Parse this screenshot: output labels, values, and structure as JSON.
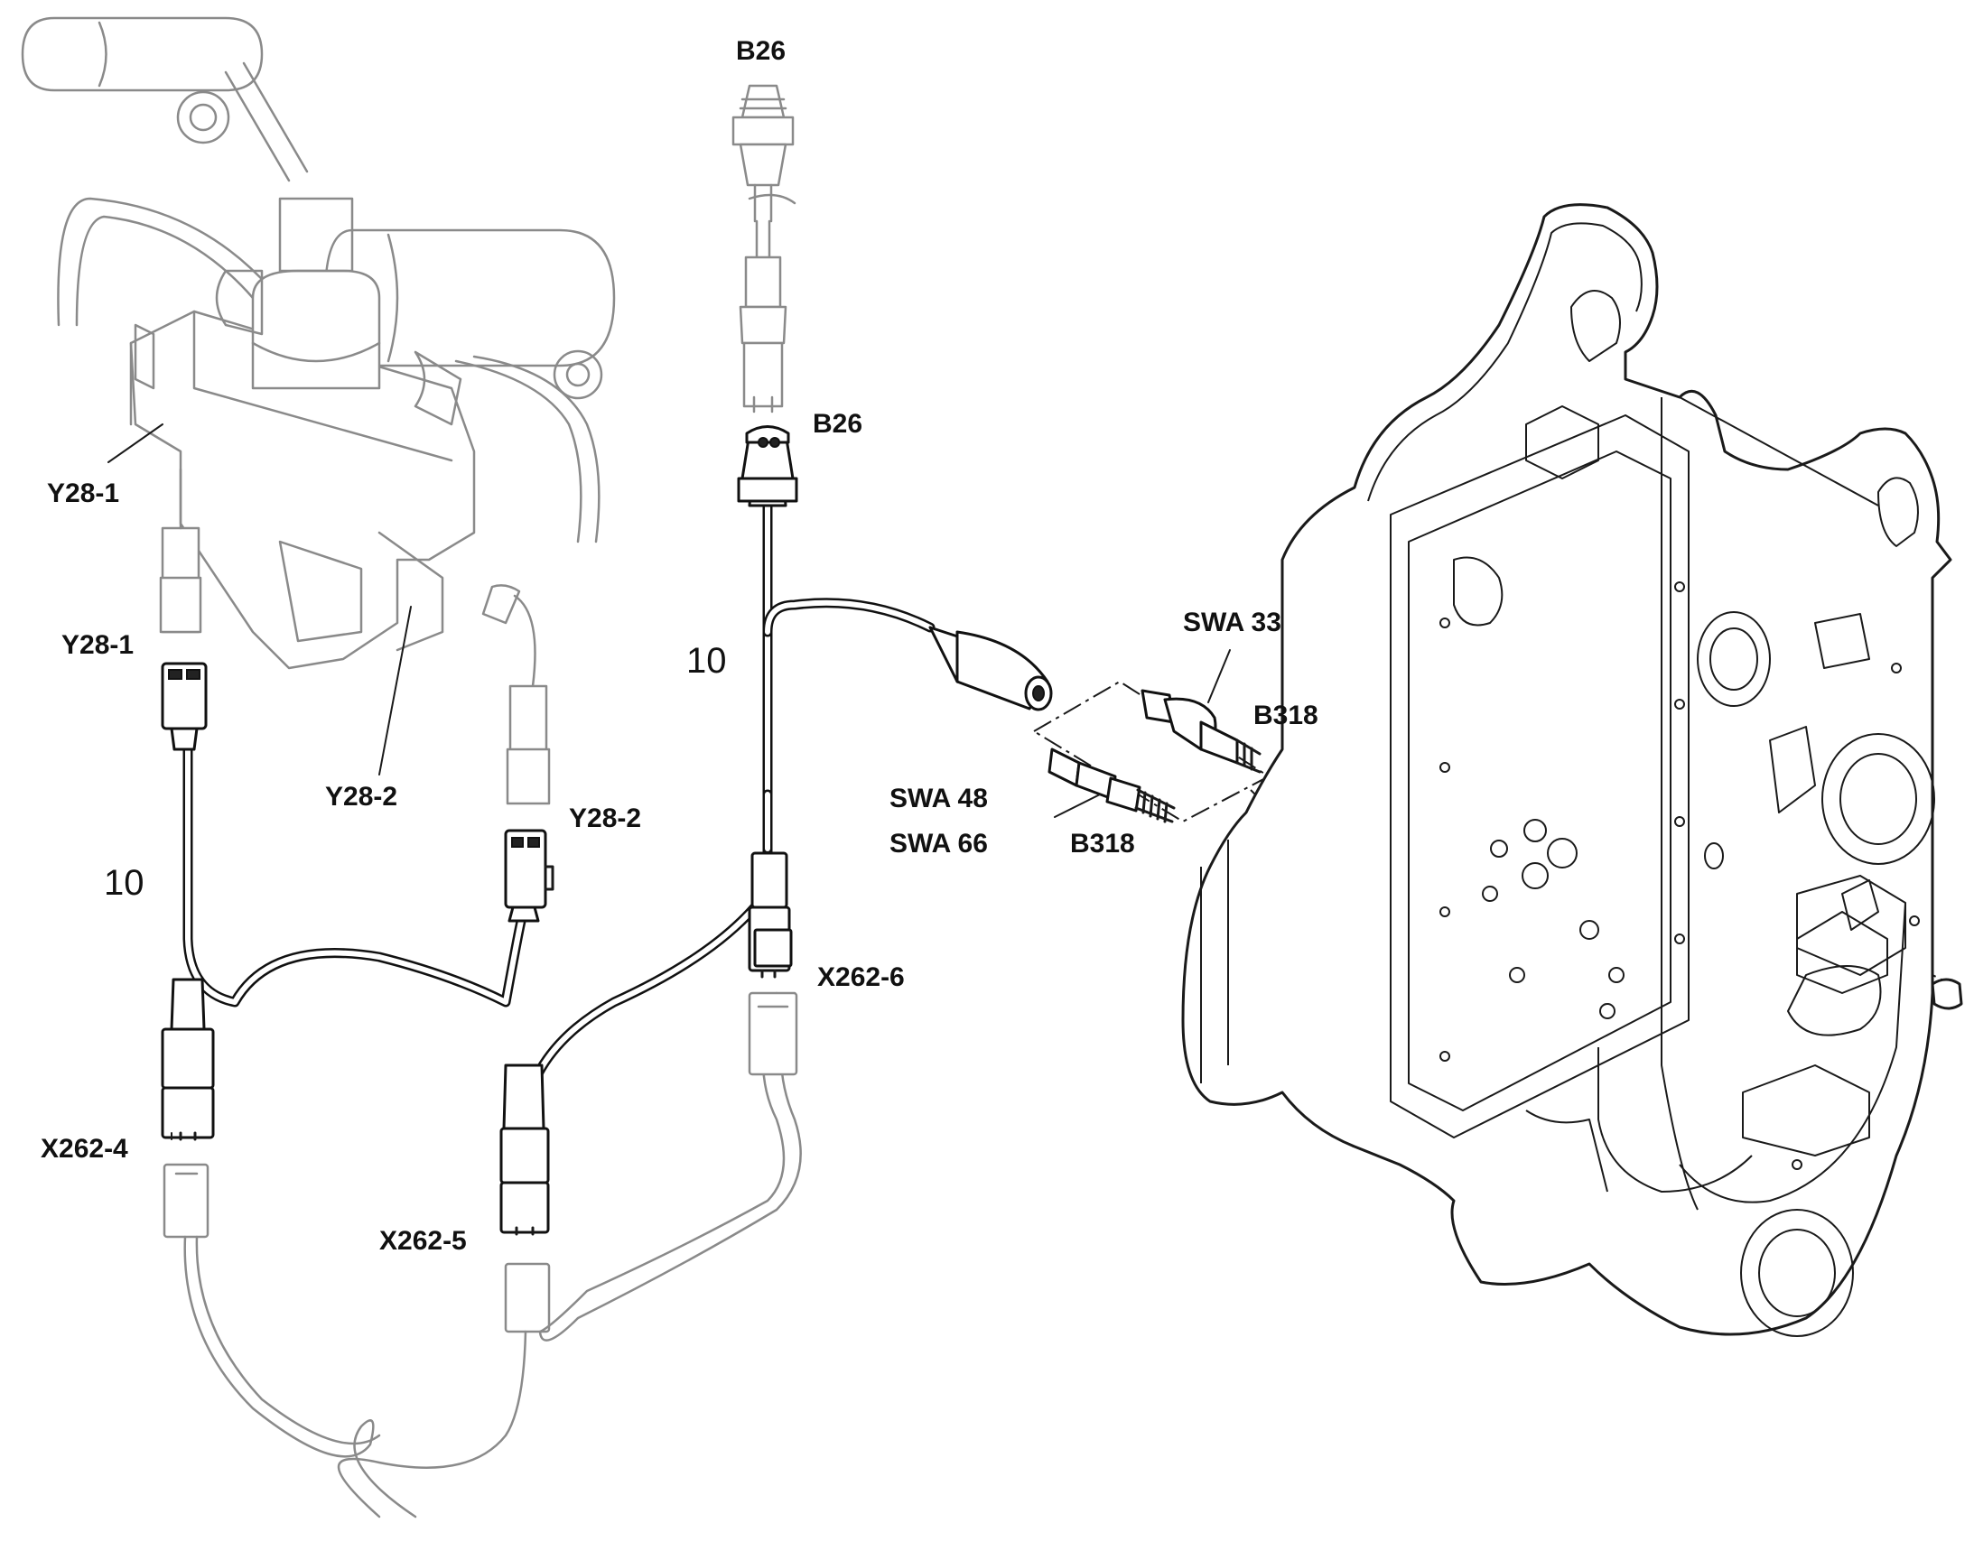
{
  "labels": {
    "b26_top": "B26",
    "b26_mid": "B26",
    "y28_1_valve": "Y28-1",
    "y28_1_conn": "Y28-1",
    "y28_2_valve": "Y28-2",
    "y28_2_conn": "Y28-2",
    "item_10_left": "10",
    "item_10_mid": "10",
    "x262_4": "X262-4",
    "x262_5": "X262-5",
    "x262_6": "X262-6",
    "swa_33": "SWA 33",
    "b318_right": "B318",
    "swa_48": "SWA 48",
    "swa_66": "SWA 66",
    "b318_bottom": "B318"
  }
}
